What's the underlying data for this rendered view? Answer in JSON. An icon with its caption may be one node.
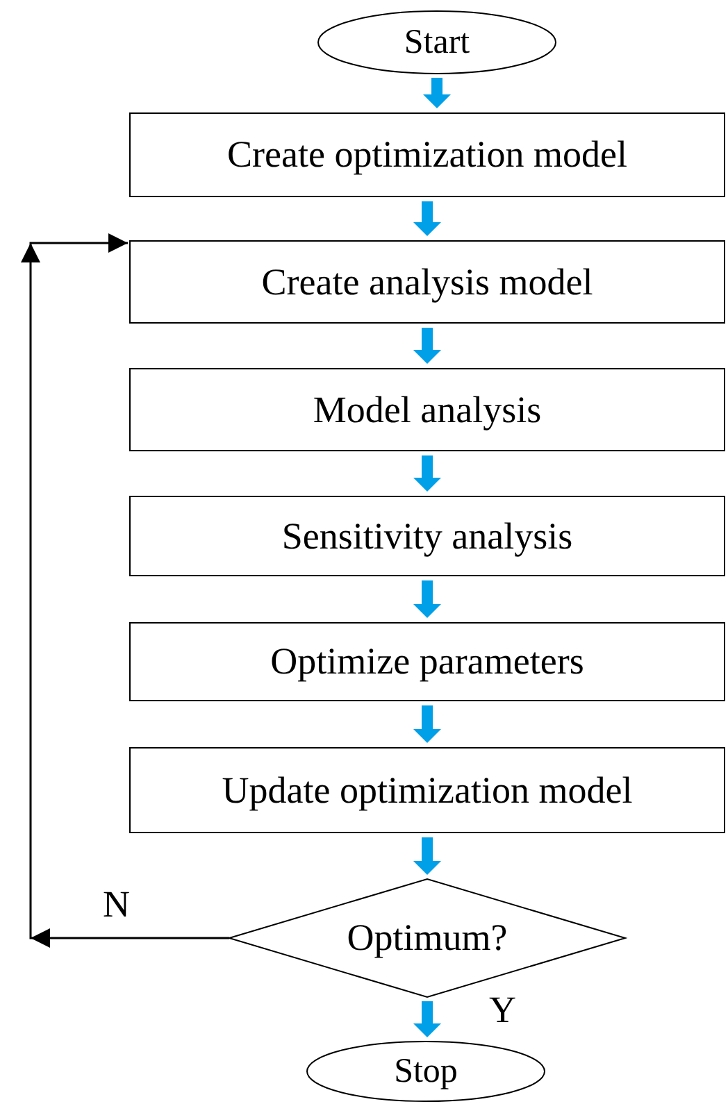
{
  "diagram": {
    "nodes": [
      {
        "text": [
          "Start"
        ]
      },
      {
        "text": [
          "Create optimization model"
        ]
      },
      {
        "text": [
          "Create analysis model"
        ]
      },
      {
        "text": [
          "Model analysis"
        ]
      },
      {
        "text": [
          "Sensitivity analysis"
        ]
      },
      {
        "text": [
          "Optimize parameters"
        ]
      },
      {
        "text": [
          "Update optimization model"
        ]
      },
      {
        "text": [
          "Optimum?"
        ]
      },
      {
        "text": [
          "Stop"
        ]
      }
    ],
    "edges": [
      {
        "from": 0,
        "to": 1,
        "arrow": "to"
      },
      {
        "from": 1,
        "to": 2,
        "arrow": "to"
      },
      {
        "from": 2,
        "to": 3,
        "arrow": "to"
      },
      {
        "from": 3,
        "to": 4,
        "arrow": "to"
      },
      {
        "from": 4,
        "to": 5,
        "arrow": "to"
      },
      {
        "from": 5,
        "to": 6,
        "arrow": "to"
      },
      {
        "from": 6,
        "to": 7,
        "arrow": "to"
      },
      {
        "from": 7,
        "to": 8,
        "arrow": "to",
        "label": "Y"
      },
      {
        "from": 7,
        "to": 2,
        "arrow": "to",
        "label": "N",
        "color": "#000000"
      }
    ]
  }
}
